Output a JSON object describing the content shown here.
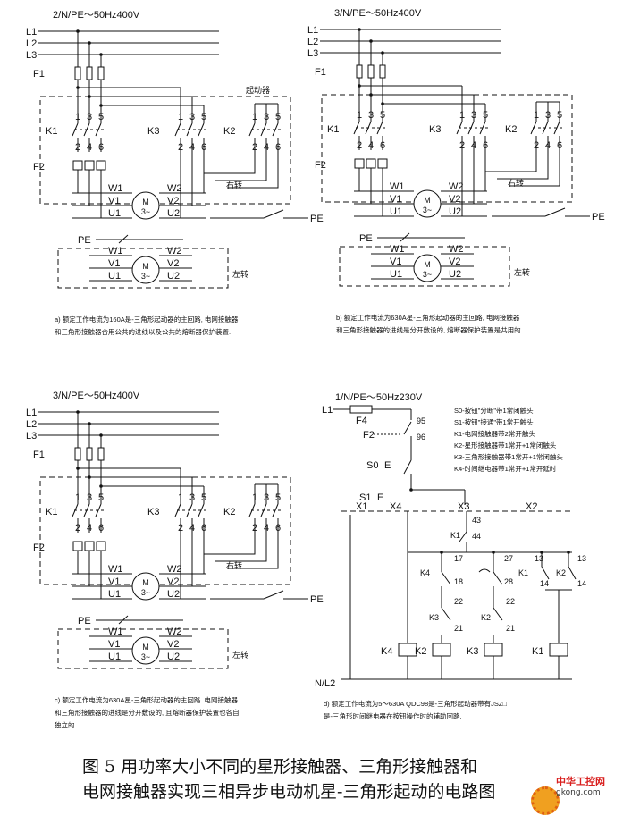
{
  "panels": {
    "a": {
      "supply": "2/N/PE～50Hz400V",
      "lines": [
        "L1",
        "L2",
        "L3"
      ],
      "fuse": "F1",
      "group": "起动器",
      "contactors": [
        "K1",
        "K3",
        "K2"
      ],
      "contact_top": [
        "1",
        "3",
        "5"
      ],
      "contact_bot": [
        "2",
        "4",
        "6"
      ],
      "overload": "F2",
      "motor_left": [
        "W1",
        "V1",
        "U1"
      ],
      "motor_right": [
        "W2",
        "V2",
        "U2"
      ],
      "motor_m": "M",
      "motor_ph": "3~",
      "right_turn": "右转",
      "left_turn": "左转",
      "pe": "PE",
      "caption1": "a) 额定工作电流为160A是-三角形起动器的主回路, 电网接触器",
      "caption2": "和三角形接触器合用公共的进线以及公共的熔断器保护装置."
    },
    "b": {
      "supply": "3/N/PE～50Hz400V",
      "lines": [
        "L1",
        "L2",
        "L3"
      ],
      "fuse": "F1",
      "contactors": [
        "K1",
        "K3",
        "K2"
      ],
      "overload": "F2",
      "right_turn": "右转",
      "left_turn": "左转",
      "pe": "PE",
      "caption1": "b) 额定工作电流为630A星-三角形起动器的主回路, 电网接触器",
      "caption2": "和三角形接触器的进线是分开敷设的, 熔断器保护装置是共用的."
    },
    "c": {
      "supply": "3/N/PE～50Hz400V",
      "lines": [
        "L1",
        "L2",
        "L3"
      ],
      "fuses": [
        "F2",
        "F1"
      ],
      "contactors": [
        "K1",
        "K3",
        "K2"
      ],
      "overload": "F2",
      "right_turn": "右转",
      "left_turn": "左转",
      "pe": "PE",
      "caption1": "c) 额定工作电流为630A星-三角形起动器的主回路. 电网接触器",
      "caption2": "和三角形接触器的进线是分开敷设的, 且熔断器保护装置也各自",
      "caption3": "独立的."
    },
    "d": {
      "supply": "1/N/PE～50Hz230V",
      "l1": "L1",
      "f4": "F4",
      "f2": "F2",
      "n95": "95",
      "n96": "96",
      "s0": "S0",
      "s1": "S1",
      "e": "E",
      "x_labels": [
        "X1",
        "X4",
        "X3",
        "X2"
      ],
      "k1_contact": "K1",
      "n43": "43",
      "n44": "44",
      "n17": "17",
      "n27": "27",
      "n13a": "13",
      "n13b": "13",
      "n18": "18",
      "n28": "28",
      "n14a": "14",
      "n14b": "14",
      "n22a": "22",
      "n22b": "22",
      "n21a": "21",
      "n21b": "21",
      "k4": "K4",
      "k3": "K3",
      "k2": "K2",
      "k1": "K1",
      "coils": [
        "K4",
        "K2",
        "K3",
        "K1"
      ],
      "nl2": "N/L2",
      "legend": [
        "S0-按钮\"分断\"带1常闭触头",
        "S1-按钮\"接通\"带1常开触头",
        "K1-电网接触器带2常开触头",
        "K2-星形接触器带1常开+1常闭触头",
        "K3-三角形接触器带1常开+1常闭触头",
        "K4-时间继电器带1常开+1常开延时"
      ],
      "caption1": "d) 额定工作电流为5～630A QDC98是-三角形起动器带有JSZ□",
      "caption2": "是-三角形时间继电器在按钮操作时的辅助回路."
    }
  },
  "title": {
    "line1": "图 5 用功率大小不同的星形接触器、三角形接触器和",
    "line2": "电网接触器实现三相异步电动机星-三角形起动的电路图"
  },
  "logo": {
    "name": "中华工控网",
    "site": "gkong.com"
  }
}
